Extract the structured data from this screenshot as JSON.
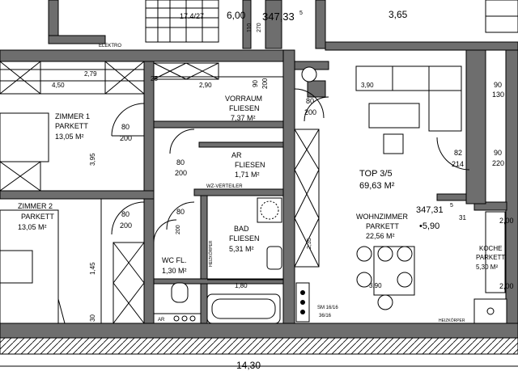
{
  "plan": {
    "top_dims": {
      "stair_label": "17.4/27",
      "d1": "6,00",
      "elev_top": "347,33",
      "d2": "3,65",
      "elev_sup": "5"
    },
    "elektro": "ELEKTRO",
    "rooms": {
      "zimmer1": {
        "name": "ZIMMER 1",
        "floor": "PARKETT",
        "area": "13,05 M²"
      },
      "zimmer2": {
        "name": "ZIMMER 2",
        "floor": "PARKETT",
        "area": "13,05 M²"
      },
      "vorraum": {
        "name": "VORRAUM",
        "floor": "FLIESEN",
        "area": "7,37 M²"
      },
      "ar": {
        "name": "AR",
        "floor": "FLIESEN",
        "area": "1,71 M²"
      },
      "bad": {
        "name": "BAD",
        "floor": "FLIESEN",
        "area": "5,31 M²"
      },
      "wc": {
        "name": "WC FL.",
        "area": "1,30 M²"
      },
      "wohnzimmer": {
        "name": "WOHNZIMMER",
        "floor": "PARKETT",
        "area": "22,56 M²"
      },
      "koche": {
        "name": "KOCHE",
        "floor": "PARKETT",
        "area": "5,30 M²"
      }
    },
    "top_unit": {
      "name": "TOP 3/5",
      "area": "69,63 M²"
    },
    "dims": {
      "z1_width": "4,50",
      "z1_top": "2,79",
      "vorraum_width": "2,90",
      "h395": "3,95",
      "h145": "1,45",
      "h30": "30",
      "h25": "25",
      "bad_width": "1,80",
      "h235": "2,35",
      "wohn_390": "3,90",
      "wohn_390b": "3,90",
      "k200": "2,00",
      "k200b": "2,00",
      "k31": "31",
      "h270": "2,70"
    },
    "doors": {
      "d80": "80",
      "d200": "200",
      "d90": "90",
      "d130": "130",
      "d82": "82",
      "d214": "214",
      "d220": "220",
      "d110": "110",
      "d270": "270"
    },
    "elev_right": "347,31",
    "elev_right_sup": "5",
    "elev_neg": "•5,90",
    "ar_tag": "AR",
    "heizkorper": "HEIZKÖRPER",
    "wz_verteiler": "WZ-VERTEILER",
    "sm_label": "SM 16/16",
    "sm_sub": "36/16",
    "total_width": "14,30"
  }
}
